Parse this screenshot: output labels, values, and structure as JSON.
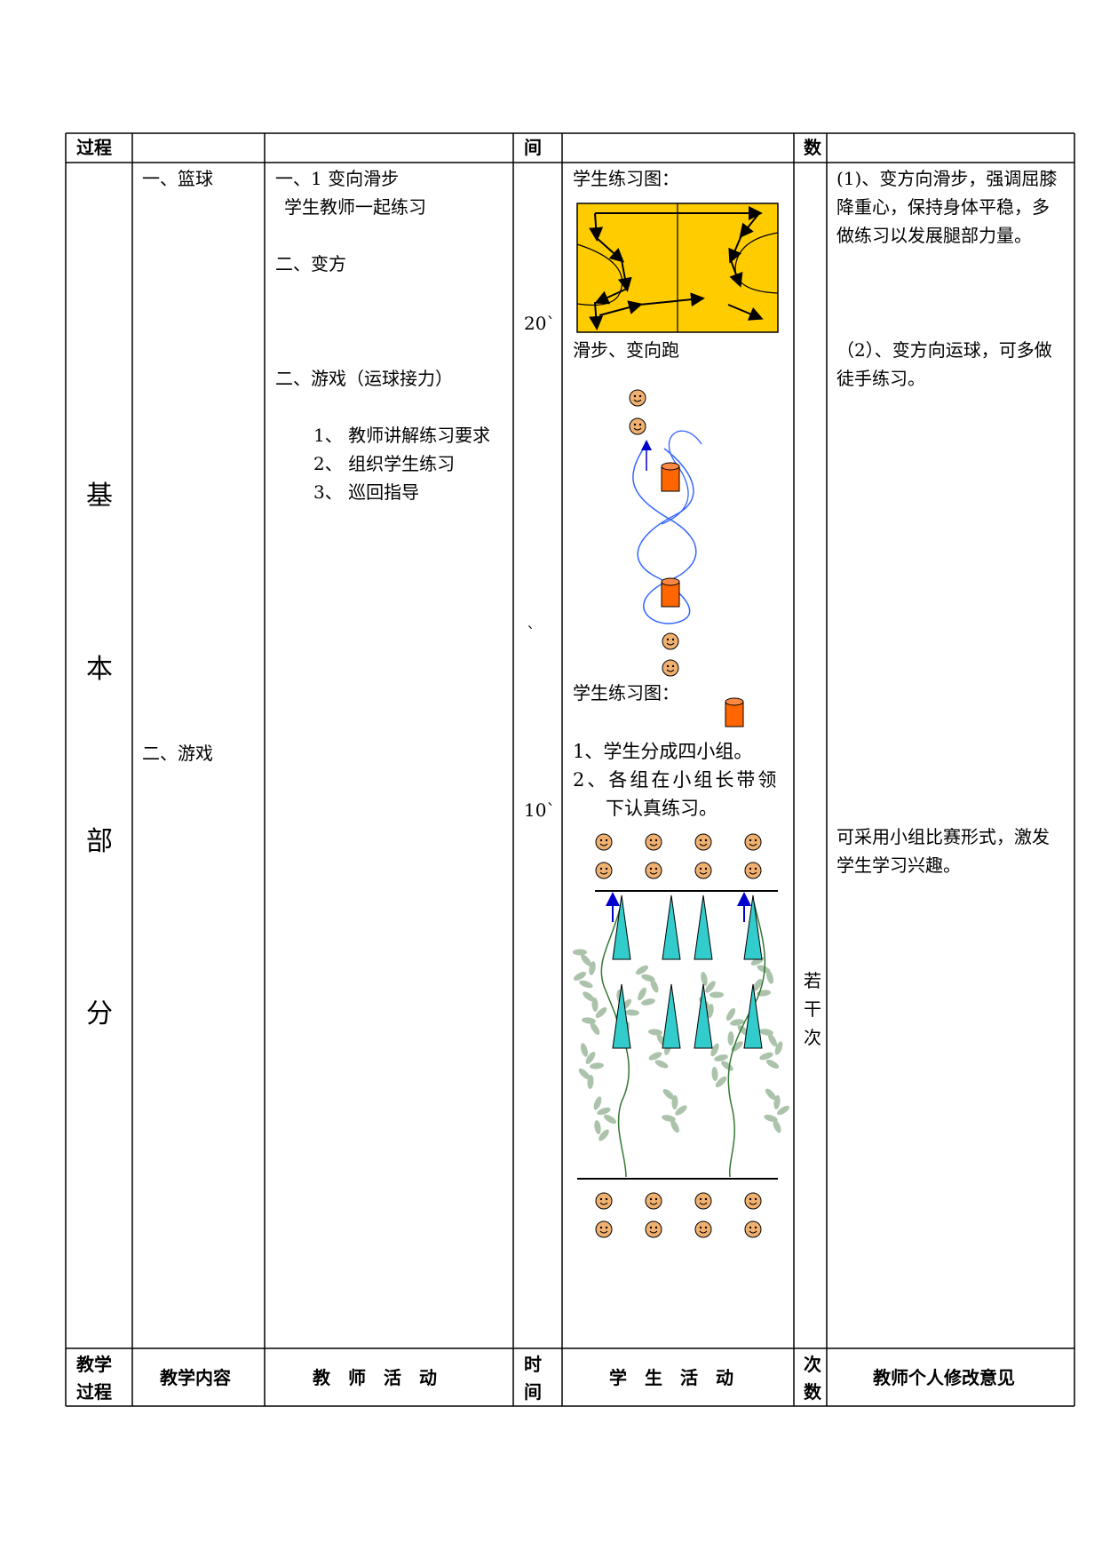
{
  "table": {
    "top_row": {
      "col1": "过程",
      "col4": "间",
      "col6": "数"
    },
    "section_label": [
      "基",
      "本",
      "部",
      "分"
    ],
    "col2": {
      "basketball": "一、篮球",
      "game": "二、游戏"
    },
    "col3": {
      "item1": "一、1 变向滑步",
      "item1_sub": "学生教师一起练习",
      "item2": "二、变方",
      "item3": "二、游戏（运球接力）",
      "steps": [
        "1、  教师讲解练习要求",
        "2、  组织学生练习",
        "3、  巡回指导"
      ]
    },
    "col4": {
      "time1": "20`",
      "mark": "`",
      "time2": "10`"
    },
    "col5": {
      "diagram1_title": "学生练习图：",
      "diagram1_caption": "滑步、变向跑",
      "diagram3_title": "学生练习图：",
      "steps": [
        "1、学生分成四小组。",
        "2、各组在小组长带领",
        "下认真练习。"
      ]
    },
    "col6": {
      "times": [
        "若",
        "干",
        "次"
      ]
    },
    "col7": {
      "note1": [
        "(1)、变方向滑步，强调屈膝",
        "降重心，保持身体平稳，多",
        "做练习以发展腿部力量。"
      ],
      "note2": [
        "（2）、变方向运球，可多做",
        "徒手练习。"
      ],
      "note3": [
        "可采用小组比赛形式，激发",
        "学生学习兴趣。"
      ]
    },
    "footer": {
      "col1": [
        "教学",
        "过程"
      ],
      "col2": "教学内容",
      "col3": "教　师　活　动",
      "col4": [
        "时",
        "间"
      ],
      "col5": "学　生　活　动",
      "col6": [
        "次",
        "数"
      ],
      "col7": "教师个人修改意见"
    }
  },
  "colors": {
    "court": "#ffcc00",
    "cone": "#ff6600",
    "marker": "#33cccc",
    "path": "#3366ff",
    "leaf": "#8faf8f",
    "face": "#f0b070"
  }
}
